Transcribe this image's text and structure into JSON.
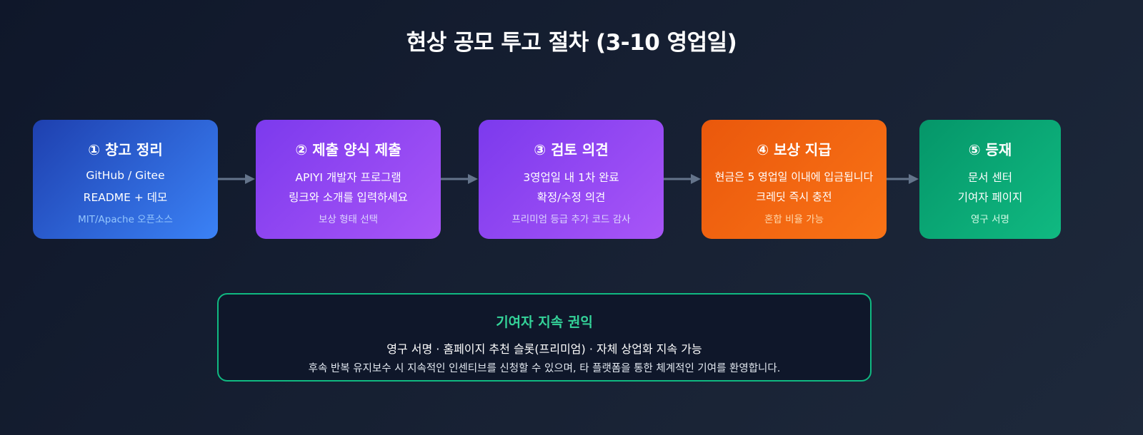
{
  "title": "현상 공모 투고 절차 (3-10 영업일)",
  "colors": {
    "background": "#0f172a",
    "step_1": "#3b82f6",
    "step_2": "#a855f7",
    "step_3": "#a855f7",
    "step_4": "#f97316",
    "step_5": "#10b981",
    "arrow": "#64748b",
    "rights_border": "#10b981",
    "rights_title": "#34d399"
  },
  "steps": [
    {
      "title": "① 창고 정리",
      "line1": "GitHub / Gitee",
      "line2": "README + 데모",
      "note": "MIT/Apache 오픈소스"
    },
    {
      "title": "② 제출 양식 제출",
      "line1": "APIYI 개발자 프로그램",
      "line2": "링크와 소개를 입력하세요",
      "note": "보상 형태 선택"
    },
    {
      "title": "③ 검토 의견",
      "line1": "3영업일 내 1차 완료",
      "line2": "확정/수정 의견",
      "note": "프리미엄 등급 추가 코드 감사"
    },
    {
      "title": "④ 보상 지급",
      "line1": "현금은 5 영업일 이내에 입금됩니다",
      "line2": "크레딧 즉시 충전",
      "note": "혼합 비율 가능"
    },
    {
      "title": "⑤ 등재",
      "line1": "문서 센터",
      "line2": "기여자 페이지",
      "note": "영구 서명"
    }
  ],
  "rights": {
    "title": "기여자 지속 권익",
    "line": "영구 서명 · 홈페이지 추천 슬롯(프리미엄) · 자체 상업화 지속 가능",
    "note": "후속 반복 유지보수 시 지속적인 인센티브를 신청할 수 있으며, 타 플랫폼을 통한 체계적인 기여를 환영합니다."
  }
}
